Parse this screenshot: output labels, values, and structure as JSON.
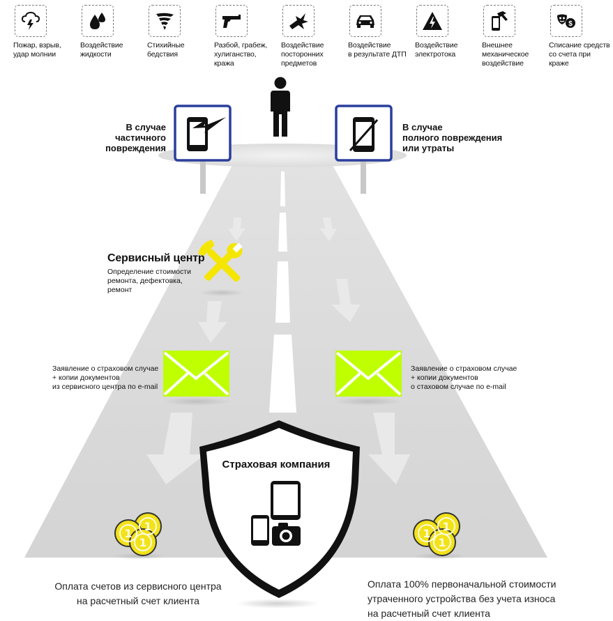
{
  "risks": [
    {
      "icon": "storm-lightning-icon",
      "caption": "Пожар, взрыв,\nудар молнии"
    },
    {
      "icon": "liquid-drops-icon",
      "caption": "Воздействие\nжидкости"
    },
    {
      "icon": "tornado-icon",
      "caption": "Стихийные\nбедствия"
    },
    {
      "icon": "pistol-icon",
      "caption": "Разбой, грабеж,\nхулиганство,\nкража"
    },
    {
      "icon": "flying-objects-icon",
      "caption": "Воздействие\nпосторонних\nпредметов"
    },
    {
      "icon": "car-icon",
      "caption": "Воздействие\nв результате ДТП"
    },
    {
      "icon": "high-voltage-icon",
      "caption": "Воздействие\nэлектротока"
    },
    {
      "icon": "hammer-phone-icon",
      "caption": "Внешнее\nмеханическое\nвоздействие"
    },
    {
      "icon": "masks-money-icon",
      "caption": "Списание средств\nсо счета при краже"
    }
  ],
  "signs": {
    "partial": "В случае\nчастичного\nповреждения",
    "total": "В случае\nполного повреждения\nили утраты"
  },
  "service": {
    "title": "Сервисный центр",
    "desc": "Определение стоимости\nремонта, дефектовка,\nремонт"
  },
  "claims": {
    "left": "Заявление о страховом случае\n+ копии документов\nиз сервисного центра по e-mail",
    "right": "Заявление о страховом случае\n+ копии документов\nо стаховом случае по e-mail"
  },
  "insurer": {
    "title": "Страховая компания"
  },
  "payments": {
    "left": "Оплата счетов из сервисного центра\nна расчетный счет клиента",
    "right": "Оплата 100% первоначальной стоимости\nутраченного устройства без учета износа\nна расчетный счет клиента"
  },
  "colors": {
    "sign_border": "#2a3f9c",
    "envelope": "#bfff00",
    "tools": "#f5e600",
    "coins": "#f2e21a",
    "road": "#dedede",
    "arrow": "#e6e6e6"
  }
}
